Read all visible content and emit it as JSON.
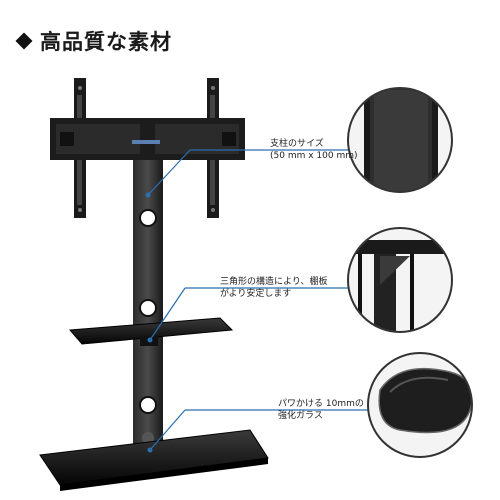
{
  "title": "高品質な素材",
  "callouts": [
    {
      "line1": "支柱のサイズ",
      "line2": "(50 mm x 100 mm)"
    },
    {
      "line1": "三角形の構造により、棚板",
      "line2": "がより安定します"
    },
    {
      "line1": "パワかける 10mmの",
      "line2": "強化ガラス"
    }
  ],
  "colors": {
    "leader": "#2a6fb0",
    "metal": "#1a1a1a",
    "glass": "#111111",
    "circle_border": "#333333"
  }
}
